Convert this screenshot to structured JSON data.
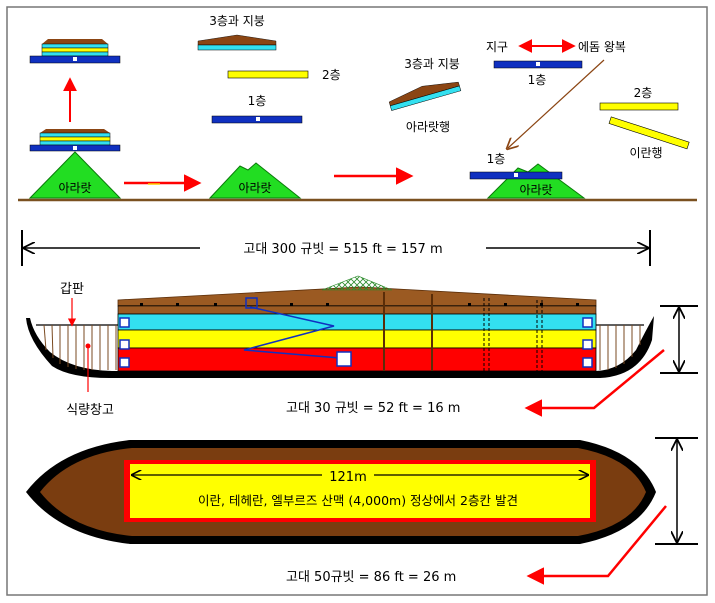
{
  "top": {
    "mount_label_1": "아라랏",
    "mount_label_2": "아라랏",
    "mount_label_3": "아라랏",
    "roof_label_a": "3층과 지붕",
    "roof_label_b": "3층과 지붕",
    "floor2_label_a": "2층",
    "floor2_label_b": "2층",
    "floor1_label_a": "1층",
    "floor1_label_b": "1층",
    "floor1_label_c": "1층",
    "earth_label": "지구",
    "edom_label": "에돔 왕복",
    "ararat_line_label": "아라랏행",
    "iran_line_label": "이란행"
  },
  "side": {
    "length_label": "고대 300 규빗 = 515 ft = 157 m",
    "deck_label": "갑판",
    "storage_label": "식량창고",
    "height_label": "고대 30 규빗 = 52 ft = 16 m"
  },
  "plan": {
    "inner_length": "121m",
    "discovery_note": "이란, 테헤란, 엘부르즈 산맥 (4,000m) 정상에서  2층칸 발견",
    "width_label": "고대 50규빗 = 86 ft = 26 m"
  },
  "colors": {
    "hull": "#7a3d10",
    "deck_brown": "#9b5a22",
    "cyan": "#33e0f0",
    "yellow": "#ffff00",
    "red": "#ff0000",
    "blue": "#1030c0",
    "mountain": "#22dd22",
    "arrow_red": "#ff0000",
    "arrow_brown": "#8b4513"
  }
}
